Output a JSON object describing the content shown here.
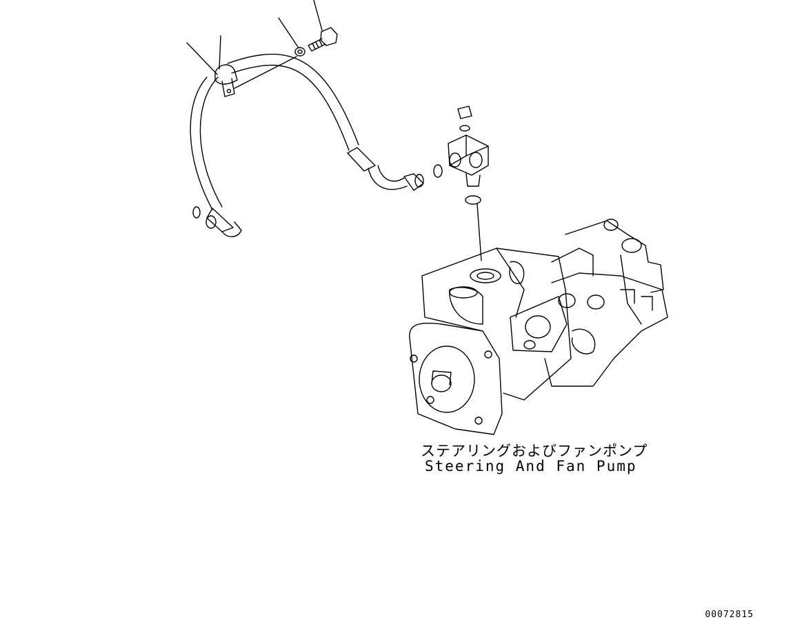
{
  "drawing": {
    "caption_jp": "ステアリングおよびファンポンプ",
    "caption_en": "Steering And Fan Pump",
    "drawing_number": "00072815"
  },
  "colors": {
    "line": "#000000",
    "background": "#ffffff"
  }
}
